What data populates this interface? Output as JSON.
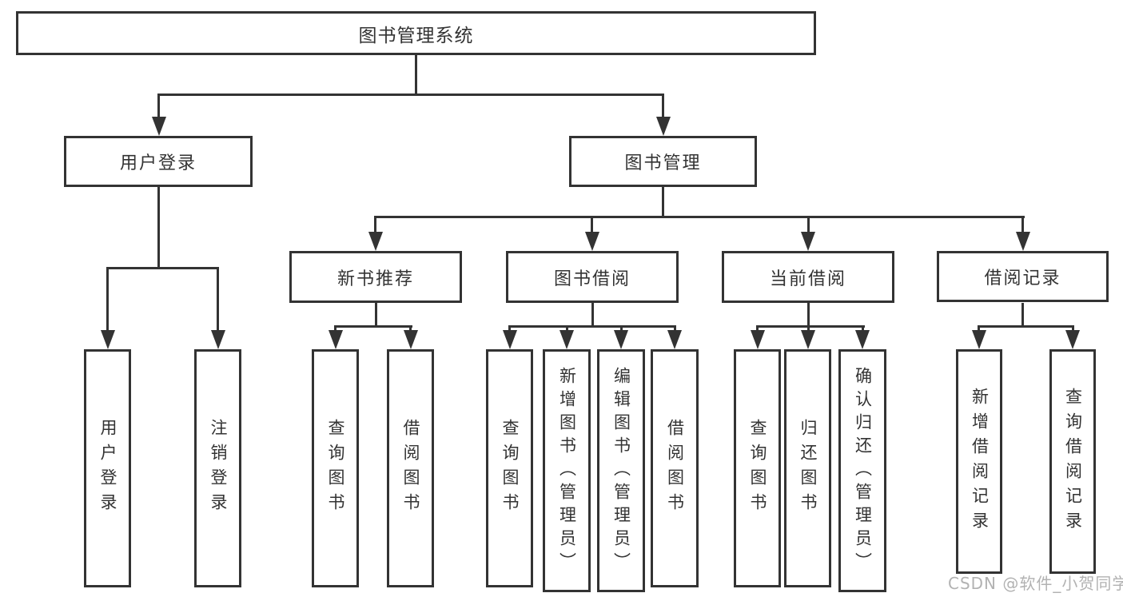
{
  "diagram": {
    "title": "图书管理系统",
    "colors": {
      "line": "#333333",
      "text": "#333333",
      "watermark": "#b2b2b2",
      "background": "#ffffff"
    },
    "nodes": {
      "root": {
        "label": "图书管理系统"
      },
      "user_login": {
        "label": "用户登录"
      },
      "book_management": {
        "label": "图书管理"
      },
      "new_book_recommend": {
        "label": "新书推荐"
      },
      "book_borrowing": {
        "label": "图书借阅"
      },
      "current_borrowing": {
        "label": "当前借阅"
      },
      "borrowing_records": {
        "label": "借阅记录"
      },
      "login": {
        "label": "用户登录"
      },
      "logout": {
        "label": "注销登录"
      },
      "recommend_query_books": {
        "label": "查询图书"
      },
      "recommend_borrow_books": {
        "label": "借阅图书"
      },
      "borrowing_query_books": {
        "label": "查询图书"
      },
      "borrowing_add_books": {
        "label": "新增图书（管理员）"
      },
      "borrowing_edit_books": {
        "label": "编辑图书（管理员）"
      },
      "borrowing_borrow_books": {
        "label": "借阅图书"
      },
      "current_query_books": {
        "label": "查询图书"
      },
      "current_return_books": {
        "label": "归还图书"
      },
      "current_confirm_return": {
        "label": "确认归还（管理员）"
      },
      "records_add_record": {
        "label": "新增借阅记录"
      },
      "records_query_record": {
        "label": "查询借阅记录"
      }
    },
    "hierarchy": {
      "图书管理系统": {
        "用户登录": [
          "用户登录",
          "注销登录"
        ],
        "图书管理": {
          "新书推荐": [
            "查询图书",
            "借阅图书"
          ],
          "图书借阅": [
            "查询图书",
            "新增图书（管理员）",
            "编辑图书（管理员）",
            "借阅图书"
          ],
          "当前借阅": [
            "查询图书",
            "归还图书",
            "确认归还（管理员）"
          ],
          "借阅记录": [
            "新增借阅记录",
            "查询借阅记录"
          ]
        }
      }
    }
  },
  "watermark": "CSDN @软件_小贺同学"
}
